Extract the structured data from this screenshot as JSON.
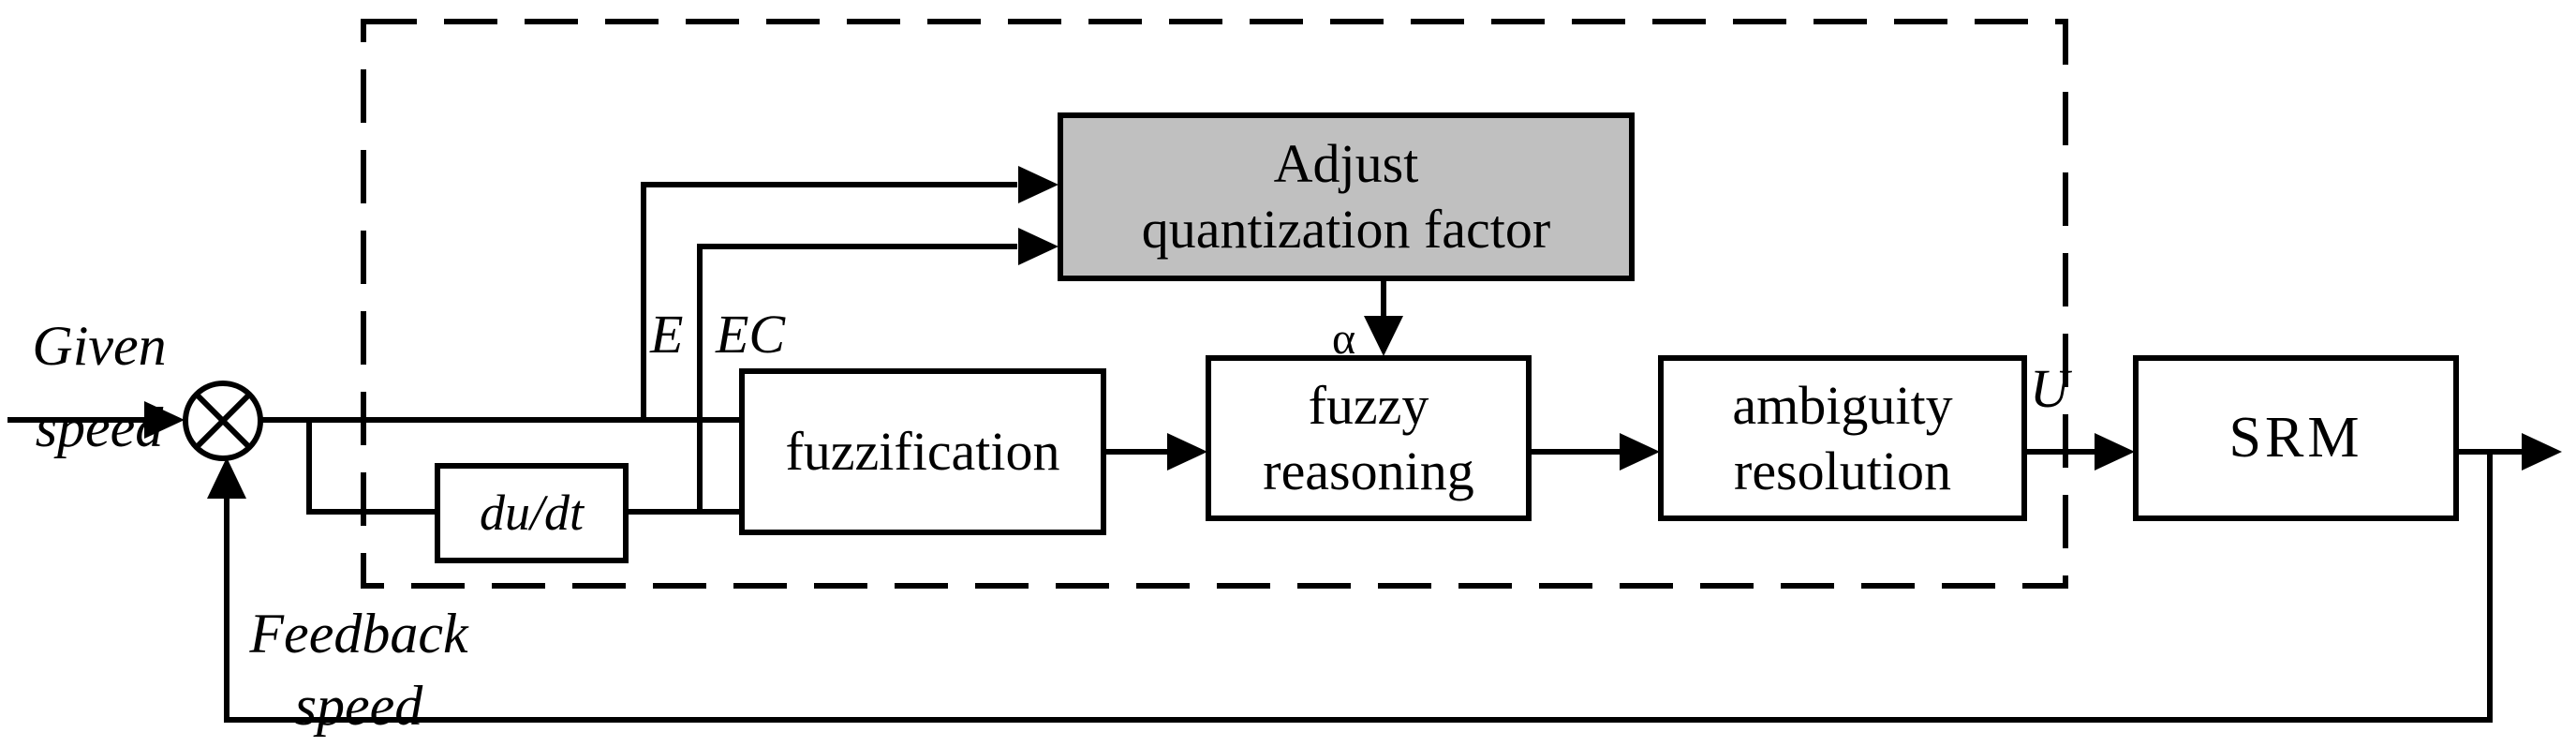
{
  "figure": {
    "type": "fuzzy-control-block-diagram",
    "background": "#ffffff",
    "line_color": "#000000",
    "blocks": {
      "adjust_quantization_factor": {
        "line1": "Adjust",
        "line2": "quantization factor",
        "fill": "#c0c0c0"
      },
      "fuzzification": {
        "label": "fuzzification"
      },
      "fuzzy_reasoning": {
        "line1": "fuzzy",
        "line2": "reasoning"
      },
      "ambiguity_resolution": {
        "line1": "ambiguity",
        "line2": "resolution"
      },
      "du_dt": {
        "label": "du/dt"
      },
      "srm": {
        "label": "SRM"
      }
    },
    "signals": {
      "error": "E",
      "error_change": "EC",
      "alpha": "α",
      "control_output": "U"
    },
    "annotations": {
      "given_speed": {
        "line1": "Given",
        "line2": "speed"
      },
      "feedback_speed": {
        "line1": "Feedback",
        "line2": "speed"
      }
    }
  }
}
